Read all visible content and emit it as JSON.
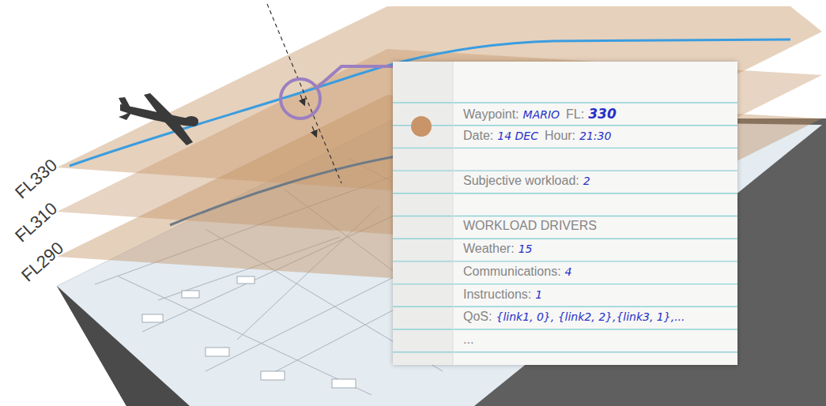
{
  "diagram": {
    "nodes": [
      {
        "text": [
          "Waypoint:",
          "MARIO",
          "FL:",
          "330",
          "Date:",
          "14 DEC",
          "Hour:",
          "21:30",
          "Subjective workload:",
          "2",
          "WORKLOAD DRIVERS",
          "Weather:",
          "15",
          "Communications:",
          "4",
          "Instructions:",
          "1",
          "QoS:",
          "{link1, 0}, {link2, 2},{link3, 1},...",
          "..."
        ]
      }
    ],
    "labels": [
      "FL330",
      "FL310",
      "FL290"
    ]
  }
}
